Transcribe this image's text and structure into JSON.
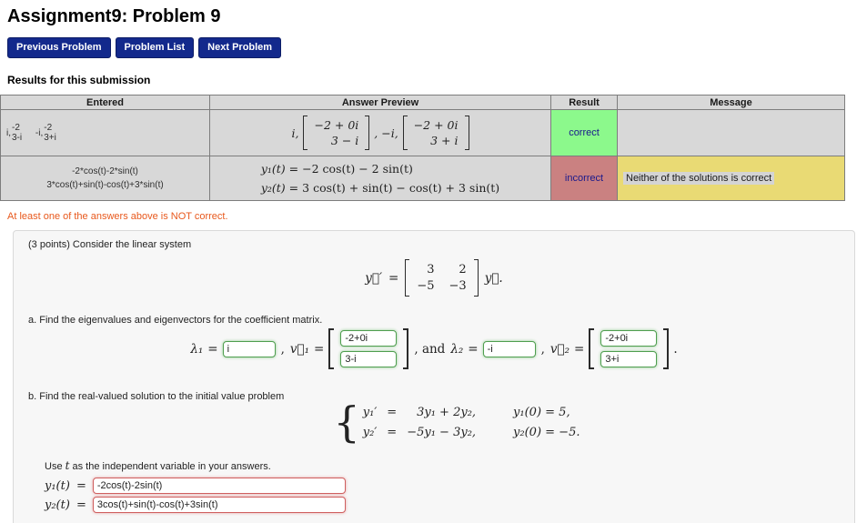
{
  "page": {
    "title": "Assignment9: Problem 9"
  },
  "nav": {
    "previous": "Previous Problem",
    "list": "Problem List",
    "next": "Next Problem"
  },
  "sym": {
    "eq": "=",
    "comma": ",",
    "comma_and": ", and",
    "period": ".",
    "brace": "{"
  },
  "colors": {
    "correct_bg": "#8cf98c",
    "incorrect_bg": "#ca8181",
    "message_bg": "#e9da74",
    "warning_text": "#e8581c",
    "button_bg": "#13298c"
  },
  "results": {
    "heading": "Results for this submission",
    "columns": [
      "Entered",
      "Answer Preview",
      "Result",
      "Message"
    ],
    "row1": {
      "entered": {
        "t1": "i,",
        "n1": "-2",
        "d1": "3-i",
        "t2": "-i,",
        "n2": "-2",
        "d2": "3+i"
      },
      "preview": {
        "lead1": "i,",
        "v1top": "−2 + 0i",
        "v1bot": "3 − i",
        "lead2": ", −i,",
        "v2top": "−2 + 0i",
        "v2bot": "3 + i"
      },
      "result": "correct",
      "message": ""
    },
    "row2": {
      "entered_line1": "-2*cos(t)-2*sin(t)",
      "entered_line2": "3*cos(t)+sin(t)-cos(t)+3*sin(t)",
      "preview_line1_lhs": "y₁(t)",
      "preview_line1_rhs": "−2 cos(t) − 2 sin(t)",
      "preview_line2_lhs": "y₂(t)",
      "preview_line2_rhs": "3 cos(t) + sin(t) − cos(t) + 3 sin(t)",
      "result": "incorrect",
      "message": "Neither of the solutions is correct"
    },
    "summary": "At least one of the answers above is NOT correct."
  },
  "problem": {
    "intro": "(3 points) Consider the linear system",
    "matrix": {
      "lhs": "y⃗′",
      "a11": "3",
      "a12": "2",
      "a21": "−5",
      "a22": "−3",
      "rhs": "y⃗."
    },
    "part_a": "a. Find the eigenvalues and eigenvectors for the coefficient matrix.",
    "eigen": {
      "lam1": "λ₁",
      "lambda1_value": "i",
      "v1": "v⃗₁",
      "v1_top": "-2+0i",
      "v1_bottom": "3-i",
      "lam2": "λ₂",
      "lambda2_value": "-i",
      "v2": "v⃗₂",
      "v2_top": "-2+0i",
      "v2_bottom": "3+i"
    },
    "part_b": "b. Find the real-valued solution to the initial value problem",
    "system": {
      "r1_lhs": "y₁′",
      "r1_rhs": "3y₁ + 2y₂,",
      "r1_ic": "y₁(0) = 5,",
      "r2_lhs": "y₂′",
      "r2_rhs": "−5y₁ − 3y₂,",
      "r2_ic": "y₂(0) = −5."
    },
    "use_t_pre": "Use ",
    "use_t_var": "t",
    "use_t_post": " as the independent variable in your answers.",
    "answers": {
      "y1_label": "y₁(t)",
      "y1_value": "-2cos(t)-2sin(t)",
      "y2_label": "y₂(t)",
      "y2_value": "3cos(t)+sin(t)-cos(t)+3sin(t)"
    }
  }
}
